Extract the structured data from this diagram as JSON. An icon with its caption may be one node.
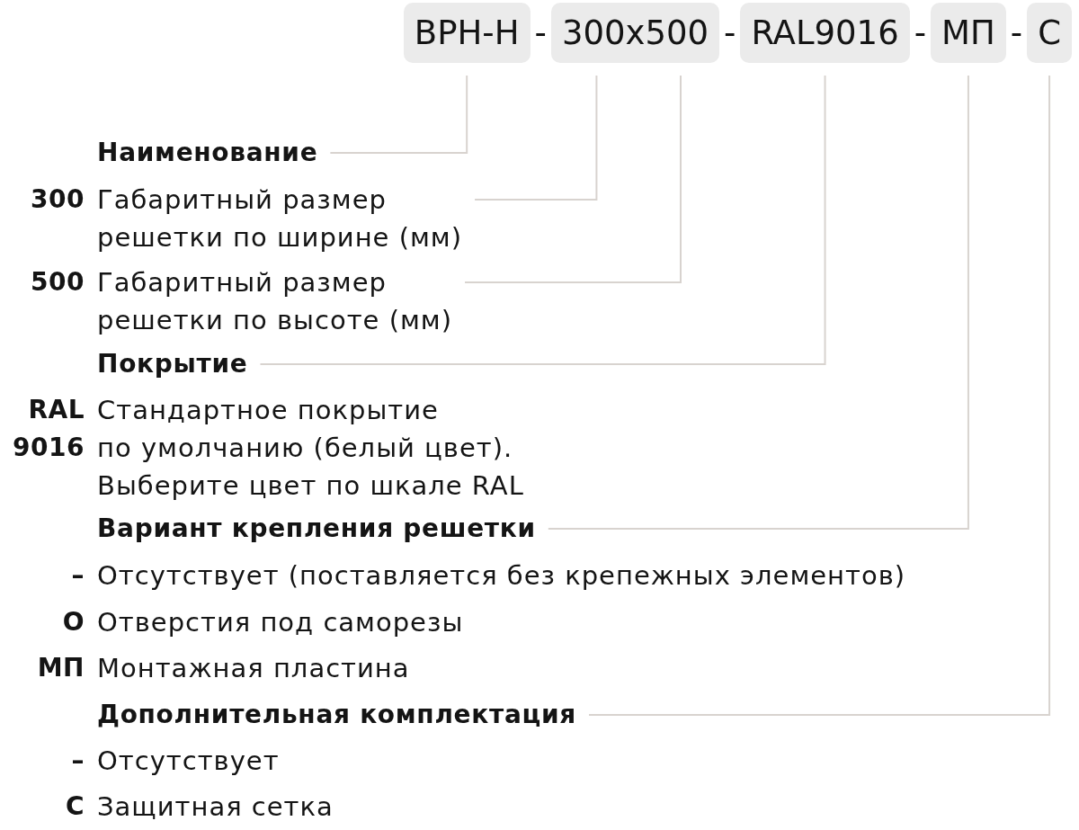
{
  "diagram": {
    "nodes": [
      {
        "text": [
          "ВРН-Н"
        ]
      },
      {
        "text": [
          "300x500"
        ]
      },
      {
        "text": [
          "RAL9016"
        ]
      },
      {
        "text": [
          "МП"
        ]
      },
      {
        "text": [
          "С"
        ]
      },
      {
        "text": [
          "Наименование"
        ]
      },
      {
        "text": [
          "Габаритный размер решетки по ширине (мм)"
        ],
        "beside": [
          "300"
        ]
      },
      {
        "text": [
          "Габаритный размер решетки по высоте (мм)"
        ],
        "beside": [
          "500"
        ]
      },
      {
        "text": [
          "Покрытие"
        ]
      },
      {
        "text": [
          "Вариант крепления решетки"
        ]
      },
      {
        "text": [
          "Дополнительная комплектация"
        ]
      }
    ],
    "edges": [
      {
        "from": 5,
        "to": 0,
        "arrow": "none"
      },
      {
        "from": 6,
        "to": 1,
        "arrow": "none"
      },
      {
        "from": 7,
        "to": 1,
        "arrow": "none"
      },
      {
        "from": 8,
        "to": 2,
        "arrow": "none"
      },
      {
        "from": 9,
        "to": 3,
        "arrow": "none"
      },
      {
        "from": 10,
        "to": 4,
        "arrow": "none"
      }
    ],
    "labels": [
      "-",
      "-",
      "-",
      "-",
      "RAL 9016",
      "Стандартное покрытие по умолчанию (белый цвет). Выберите цвет по шкале RAL",
      "–",
      "Отсутствует (поставляется без крепежных элементов)",
      "О",
      "Отверстия под саморезы",
      "МП",
      "Монтажная пластина",
      "–",
      "Отсутствует",
      "С",
      "Защитная сетка"
    ]
  }
}
